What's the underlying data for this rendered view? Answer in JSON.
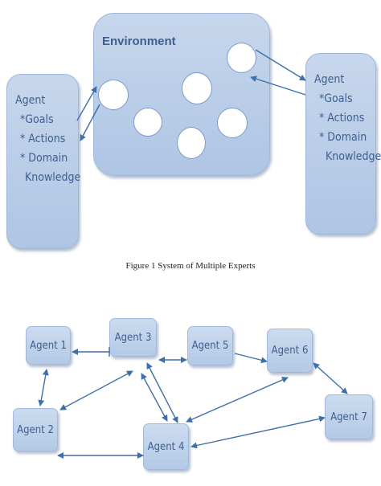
{
  "figure1": {
    "environment_title": "Environment",
    "agent_left": {
      "title": "Agent",
      "lines": [
        "*Goals",
        "* Actions",
        "* Domain",
        "Knowledge"
      ]
    },
    "agent_right": {
      "title": "Agent",
      "lines": [
        "*Goals",
        "* Actions",
        "* Domain",
        "Knowledge"
      ]
    },
    "caption": "Figure 1 System of Multiple Experts"
  },
  "figure2": {
    "nodes": {
      "agent1": "Agent 1",
      "agent2": "Agent 2",
      "agent3": "Agent 3",
      "agent4": "Agent 4",
      "agent5": "Agent 5",
      "agent6": "Agent 6",
      "agent7": "Agent 7"
    }
  },
  "colors": {
    "box_fill": "#b9cde8",
    "box_text": "#3f5f8f",
    "arrow": "#3d6fa8"
  }
}
